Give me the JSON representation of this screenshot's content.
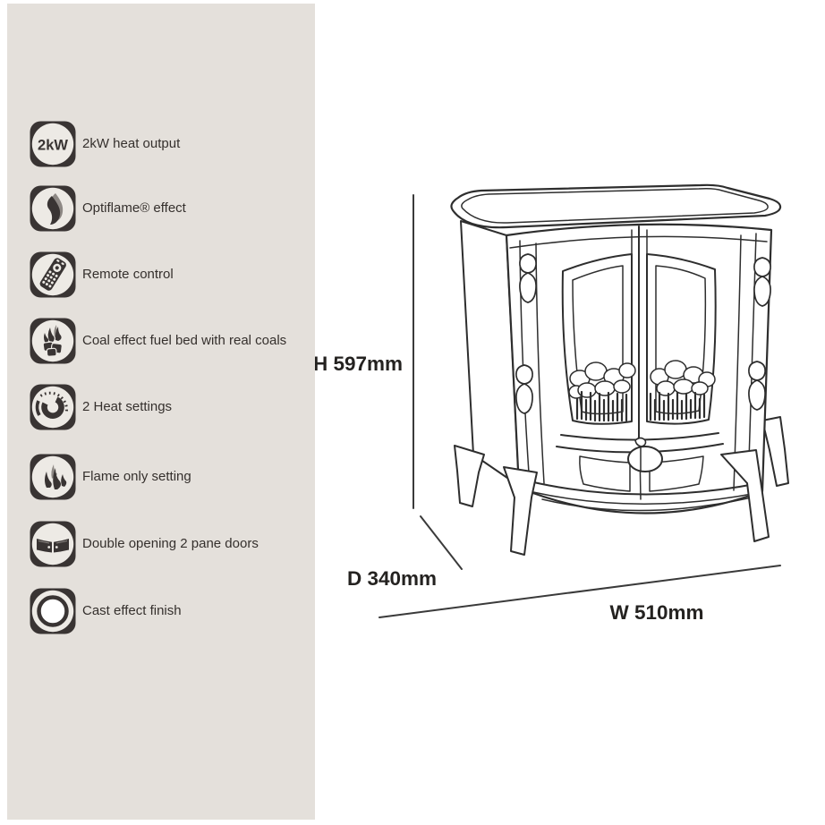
{
  "features": [
    {
      "badge": "2kW",
      "label": "2kW heat output"
    },
    {
      "label": "Optiflame® effect"
    },
    {
      "label": "Remote control"
    },
    {
      "label": "Coal effect fuel bed with real coals"
    },
    {
      "label": "2 Heat settings"
    },
    {
      "label": "Flame only setting"
    },
    {
      "label": "Double opening 2 pane doors"
    },
    {
      "label": "Cast effect finish"
    }
  ],
  "dimensions": {
    "height": "H 597mm",
    "depth": "D 340mm",
    "width": "W 510mm"
  },
  "colors": {
    "panel_bg": "#e4e0db",
    "icon_dark": "#393433",
    "icon_gray": "#8d8884",
    "line": "#2e2e2e",
    "text": "#35302d"
  }
}
